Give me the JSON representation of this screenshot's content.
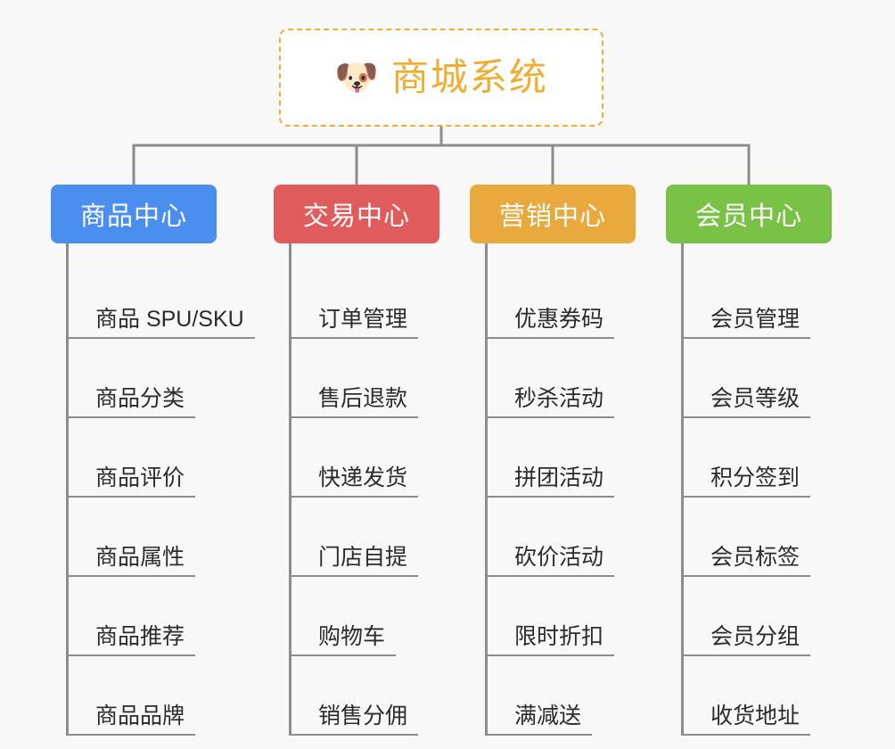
{
  "page": {
    "background_color": "#f8f8f8",
    "line_color": "#8c8c8c"
  },
  "root": {
    "icon": "dog-face-emoji",
    "emoji": "🐶",
    "title": "商城系统",
    "text_color": "#f0ad31",
    "border_color": "#f0ad31",
    "background_color": "#ffffff"
  },
  "branches": [
    {
      "label": "商品中心",
      "color": "#4a8ef0",
      "items": [
        "商品 SPU/SKU",
        "商品分类",
        "商品评价",
        "商品属性",
        "商品推荐",
        "商品品牌"
      ]
    },
    {
      "label": "交易中心",
      "color": "#e05c5c",
      "items": [
        "订单管理",
        "售后退款",
        "快递发货",
        "门店自提",
        "购物车",
        "销售分佣"
      ]
    },
    {
      "label": "营销中心",
      "color": "#eaa93c",
      "items": [
        "优惠券码",
        "秒杀活动",
        "拼团活动",
        "砍价活动",
        "限时折扣",
        "满减送"
      ]
    },
    {
      "label": "会员中心",
      "color": "#79c245",
      "items": [
        "会员管理",
        "会员等级",
        "积分签到",
        "会员标签",
        "会员分组",
        "收货地址"
      ]
    }
  ]
}
